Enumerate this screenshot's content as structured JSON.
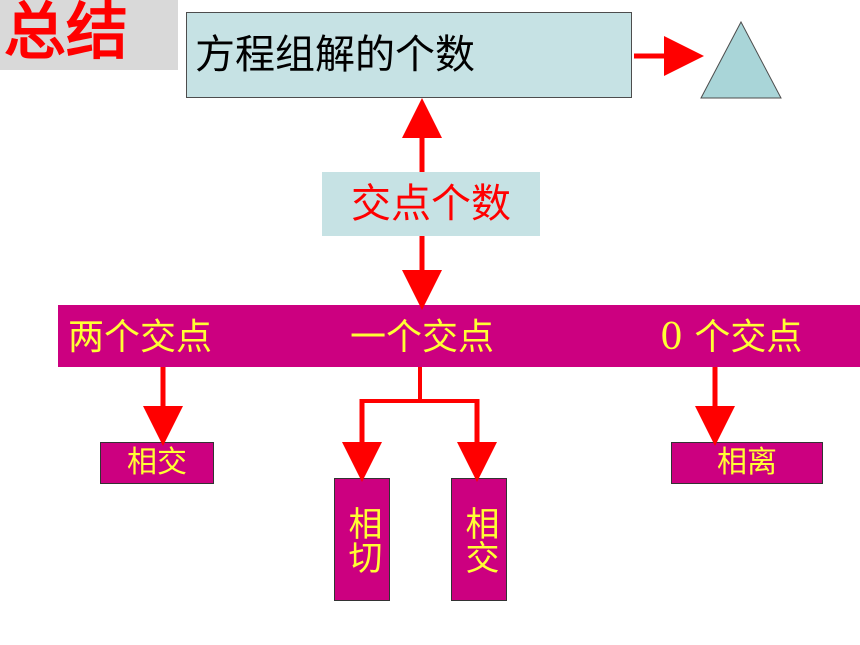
{
  "title": "总结",
  "main_box": {
    "label": "方程组解的个数"
  },
  "middle_box": {
    "label": "交点个数"
  },
  "bar": {
    "labels": [
      "两个交点",
      "一个交点",
      "0 个交点"
    ]
  },
  "leaves": {
    "two_points": "相交",
    "one_point_tangent": "相切",
    "one_point_intersect": "相交",
    "zero_points": "相离"
  },
  "colors": {
    "arrow": "#ff0000",
    "box_fill": "#c6e2e4",
    "bar_fill": "#cc0080",
    "bar_text": "#ffff33",
    "title_text": "#ff0000"
  }
}
